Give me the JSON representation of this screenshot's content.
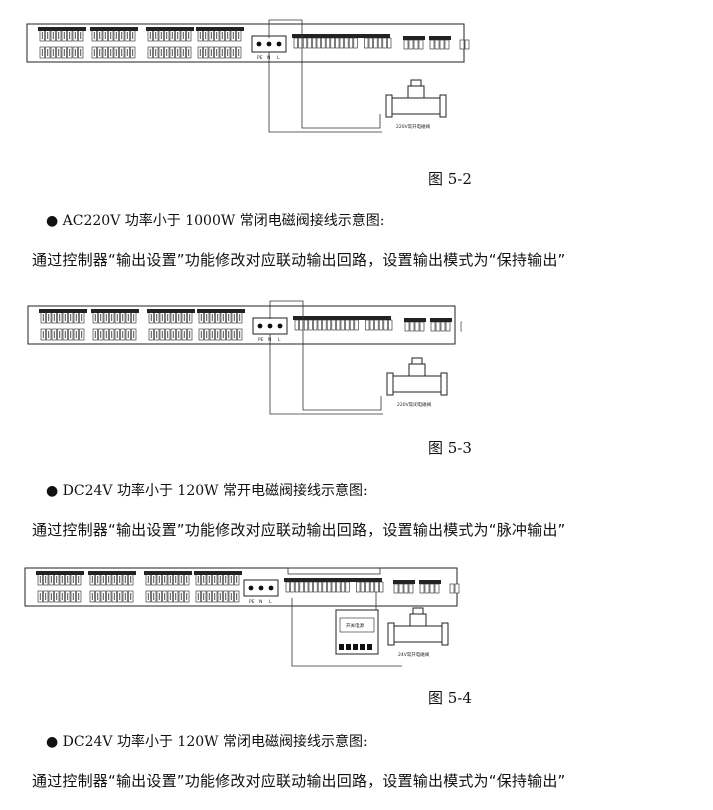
{
  "figures": [
    {
      "caption": "图 5-2",
      "power_labels": [
        "PE",
        "N",
        "L"
      ],
      "valve_label": "220V常开电磁阀"
    },
    {
      "caption": "图 5-3",
      "power_labels": [
        "PE",
        "N",
        "L"
      ],
      "valve_label": "220V常闭电磁阀"
    },
    {
      "caption": "图 5-4",
      "power_labels": [
        "PE",
        "N",
        "L"
      ],
      "valve_label": "24V常开电磁阀",
      "supply_label": "开关电源"
    }
  ],
  "sections": [
    {
      "bullet": "●",
      "title": "AC220V 功率小于 1000W 常闭电磁阀接线示意图:",
      "text": "通过控制器“输出设置”功能修改对应联动输出回路，设置输出模式为“保持输出”"
    },
    {
      "bullet": "●",
      "title": "DC24V 功率小于 120W 常开电磁阀接线示意图:",
      "text": "通过控制器“输出设置”功能修改对应联动输出回路，设置输出模式为“脉冲输出”"
    },
    {
      "bullet": "●",
      "title": "DC24V 功率小于 120W 常闭电磁阀接线示意图:",
      "text": "通过控制器“输出设置”功能修改对应联动输出回路，设置输出模式为“保持输出”"
    }
  ]
}
